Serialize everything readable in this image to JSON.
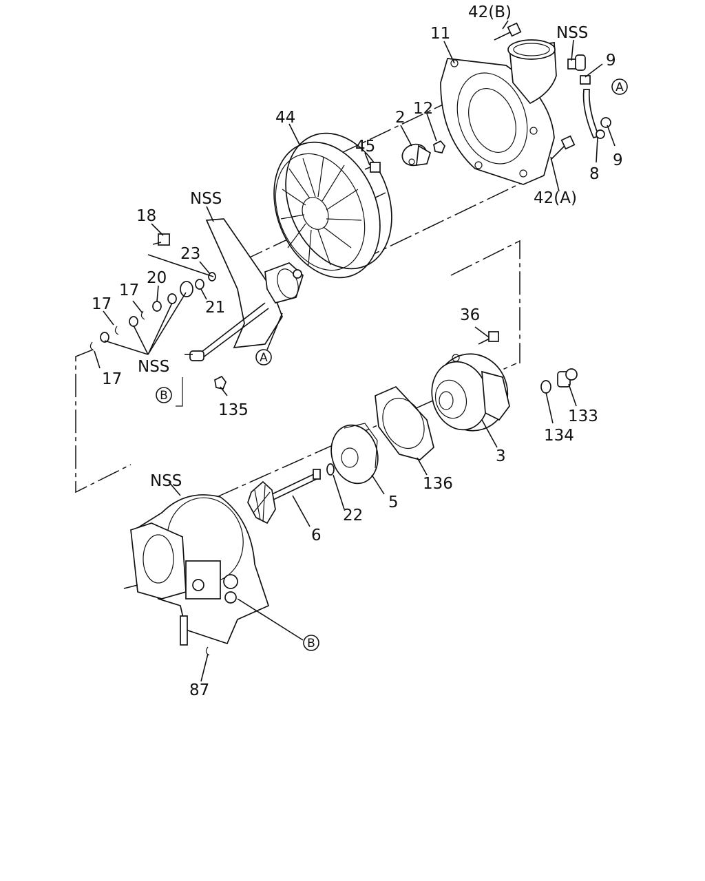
{
  "labels": {
    "p42b": "42(B)",
    "p11": "11",
    "nss_top": "NSS",
    "p9a": "9",
    "p9b": "9",
    "p8": "8",
    "p42a": "42(A)",
    "p44": "44",
    "p2": "2",
    "p12": "12",
    "p45": "45",
    "nss_bracket": "NSS",
    "p18": "18",
    "p23": "23",
    "p20": "20",
    "p21": "21",
    "p17a": "17",
    "p17b": "17",
    "p17c": "17",
    "nss_washers": "NSS",
    "p135": "135",
    "p36": "36",
    "p133": "133",
    "p134": "134",
    "p3": "3",
    "p136": "136",
    "p5": "5",
    "p22": "22",
    "p6": "6",
    "nss_housing": "NSS",
    "p87": "87"
  },
  "refs": {
    "a_top": "A",
    "a_mid": "A",
    "b_left": "B",
    "b_bottom": "B"
  }
}
